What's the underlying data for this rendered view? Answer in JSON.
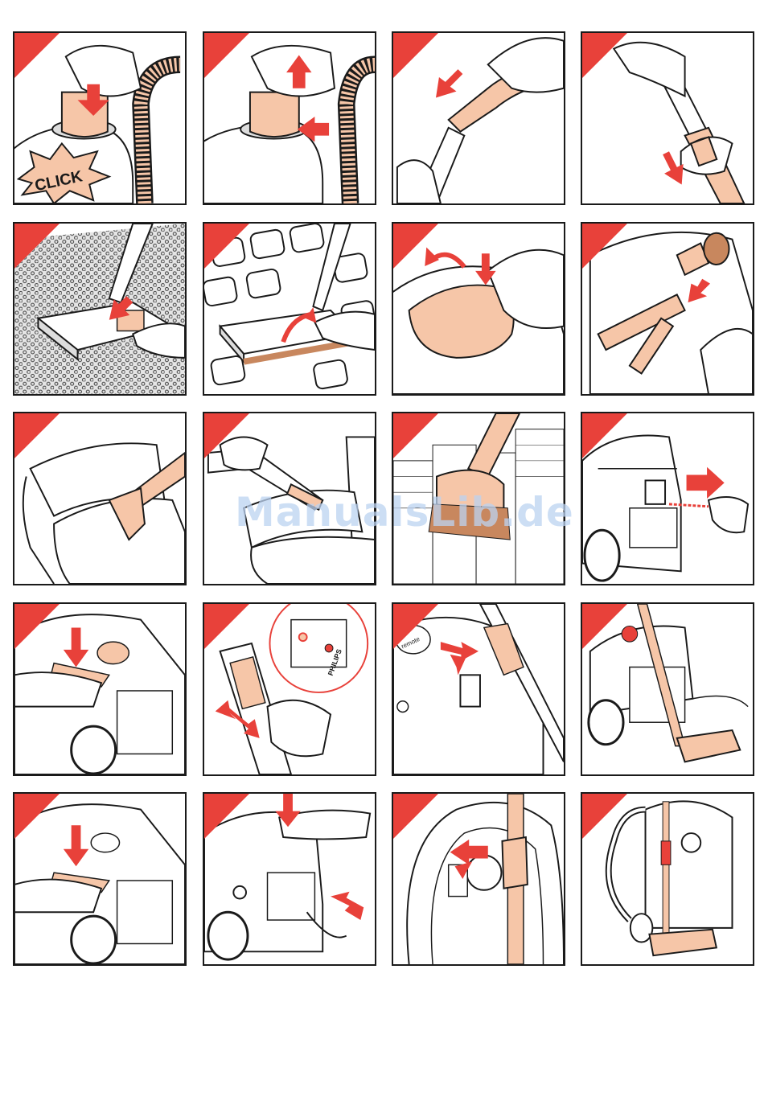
{
  "colors": {
    "accent": "#e8413a",
    "skin": "#f6c6a8",
    "line": "#1a1a1a",
    "watermark": "#bcd3f1"
  },
  "watermark": "ManualsLib.de",
  "panels": [
    {
      "id": 1,
      "illustration": "attach-hose-click",
      "caption": "CLICK"
    },
    {
      "id": 2,
      "illustration": "detach-hose"
    },
    {
      "id": 3,
      "illustration": "connect-tube-to-handle"
    },
    {
      "id": 4,
      "illustration": "adjust-telescopic-tube"
    },
    {
      "id": 5,
      "illustration": "nozzle-carpet"
    },
    {
      "id": 6,
      "illustration": "nozzle-hard-floor"
    },
    {
      "id": 7,
      "illustration": "open-accessory-lid"
    },
    {
      "id": 8,
      "illustration": "accessory-storage"
    },
    {
      "id": 9,
      "illustration": "upholstery-nozzle"
    },
    {
      "id": 10,
      "illustration": "crevice-tool"
    },
    {
      "id": 11,
      "illustration": "dusting-brush-books"
    },
    {
      "id": 12,
      "illustration": "pull-out-cord"
    },
    {
      "id": 13,
      "illustration": "press-on-off"
    },
    {
      "id": 14,
      "illustration": "power-slider",
      "brand": "PHILIPS"
    },
    {
      "id": 15,
      "illustration": "tube-parking-remote",
      "label": "remote"
    },
    {
      "id": 16,
      "illustration": "tube-parked-horizontal"
    },
    {
      "id": 17,
      "illustration": "press-pedal"
    },
    {
      "id": 18,
      "illustration": "cord-rewind"
    },
    {
      "id": 19,
      "illustration": "park-tube-vertical"
    },
    {
      "id": 20,
      "illustration": "upright-storage"
    }
  ]
}
